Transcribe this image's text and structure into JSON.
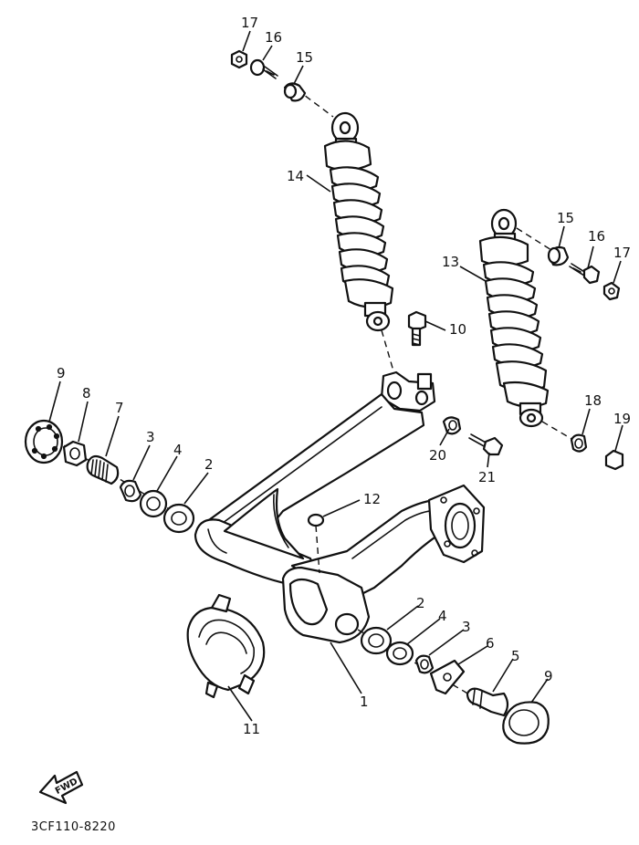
{
  "diagram": {
    "part_code": "3CF110-8220",
    "fwd_label": "FWD",
    "callouts": [
      {
        "id": "c17a",
        "label": "17"
      },
      {
        "id": "c16a",
        "label": "16"
      },
      {
        "id": "c15a",
        "label": "15"
      },
      {
        "id": "c14",
        "label": "14"
      },
      {
        "id": "c15b",
        "label": "15"
      },
      {
        "id": "c16b",
        "label": "16"
      },
      {
        "id": "c17b",
        "label": "17"
      },
      {
        "id": "c13",
        "label": "13"
      },
      {
        "id": "c10",
        "label": "10"
      },
      {
        "id": "c9a",
        "label": "9"
      },
      {
        "id": "c8",
        "label": "8"
      },
      {
        "id": "c7",
        "label": "7"
      },
      {
        "id": "c3a",
        "label": "3"
      },
      {
        "id": "c4a",
        "label": "4"
      },
      {
        "id": "c2a",
        "label": "2"
      },
      {
        "id": "c18",
        "label": "18"
      },
      {
        "id": "c19",
        "label": "19"
      },
      {
        "id": "c20",
        "label": "20"
      },
      {
        "id": "c21",
        "label": "21"
      },
      {
        "id": "c12",
        "label": "12"
      },
      {
        "id": "c2b",
        "label": "2"
      },
      {
        "id": "c4b",
        "label": "4"
      },
      {
        "id": "c3b",
        "label": "3"
      },
      {
        "id": "c6",
        "label": "6"
      },
      {
        "id": "c5",
        "label": "5"
      },
      {
        "id": "c9b",
        "label": "9"
      },
      {
        "id": "c1",
        "label": "1"
      },
      {
        "id": "c11",
        "label": "11"
      }
    ]
  }
}
